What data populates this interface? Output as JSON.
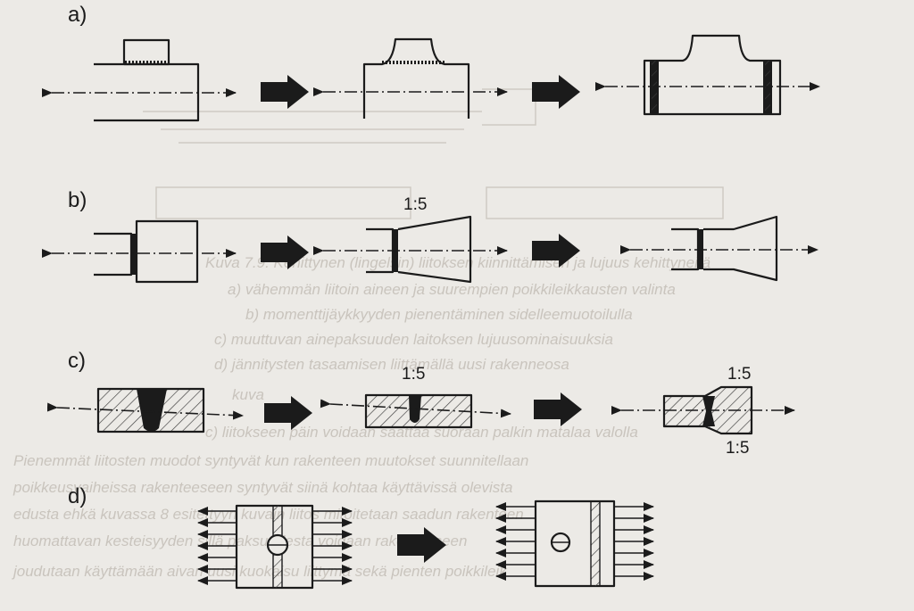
{
  "figure": {
    "panels": [
      {
        "id": "a",
        "label": "a)"
      },
      {
        "id": "b",
        "label": "b)",
        "ratio": "1:5"
      },
      {
        "id": "c",
        "label": "c)",
        "ratio": "1:5"
      },
      {
        "id": "d",
        "label": "d)"
      }
    ]
  },
  "bleed_through": [
    "Kuva 7.9. Kehittynen (lingelsin) liitoksen kiinnittämisen ja lujuus kehittyneitä",
    "a) vähemmän liitoin aineen ja suurempien poikkileikkausten valinta",
    "b) momenttijäykkyyden pienentäminen sidelleemuotoilulla",
    "c) muuttuvan ainepaksuuden laitoksen lujuusominaisuuksia",
    "d) jännitysten tasaamisen liittämällä uusi rakenneosa",
    "kuva",
    "c) liitokseen päin voidaan saattaa suoraan palkin matalaa valolla",
    "Pienemmät liitosten muodot syntyvät kun rakenteen muutokset suunnitellaan",
    "poikkeusvaiheissa rakenteeseen syntyvät siinä kohtaa käyttävissä olevista",
    "edusta ehkä kuvassa 8 esitettyyn kuvain liitos mitoitetaan saadun rakenteen",
    "huomattavan kesteisyyden sillä paksuudesta voidaan rakenteeseen",
    "joudutaan käyttämään aivan uusi kuokaisu liittymä sekä pienten poikkileik"
  ]
}
